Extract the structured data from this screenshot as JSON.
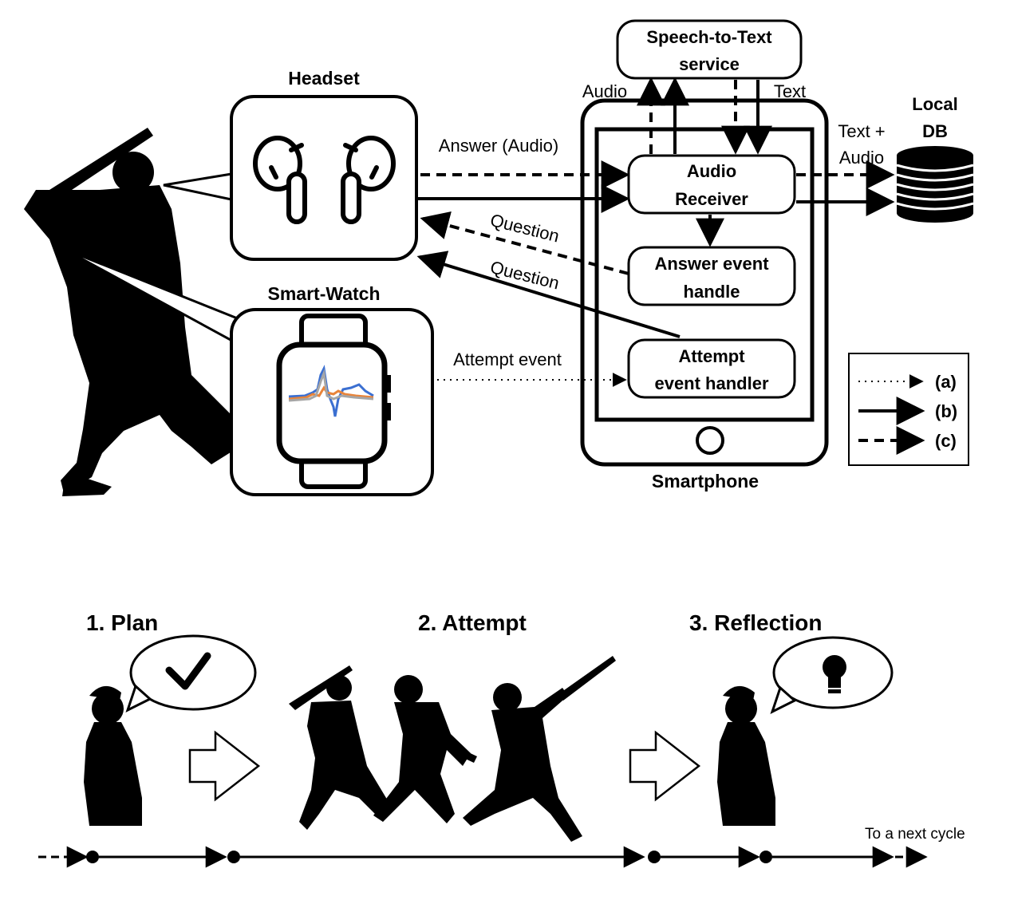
{
  "top_diagram": {
    "headset_title": "Headset",
    "smartwatch_title": "Smart-Watch",
    "smartphone_title": "Smartphone",
    "stt_line1": "Speech-to-Text",
    "stt_line2": "service",
    "localdb_line1": "Local",
    "localdb_line2": "DB",
    "audio_receiver_line1": "Audio",
    "audio_receiver_line2": "Receiver",
    "answer_handle_line1": "Answer event",
    "answer_handle_line2": "handle",
    "attempt_handler_line1": "Attempt",
    "attempt_handler_line2": "event handler",
    "edge_answer_audio": "Answer (Audio)",
    "edge_question_1": "Question",
    "edge_question_2": "Question",
    "edge_attempt_event": "Attempt event",
    "edge_audio": "Audio",
    "edge_text": "Text",
    "edge_text_audio_1": "Text +",
    "edge_text_audio_2": "Audio",
    "legend": [
      "(a)",
      "(b)",
      "(c)"
    ],
    "colors": {
      "signal_blue": "#3b6fd1",
      "signal_orange": "#e8843a",
      "signal_gray": "#a6a6a6"
    }
  },
  "bottom_diagram": {
    "stage_plan": "1. Plan",
    "stage_attempt": "2. Attempt",
    "stage_reflection": "3. Reflection",
    "next_cycle": "To a next cycle",
    "icons": [
      "check-icon",
      "lightbulb-icon"
    ]
  }
}
